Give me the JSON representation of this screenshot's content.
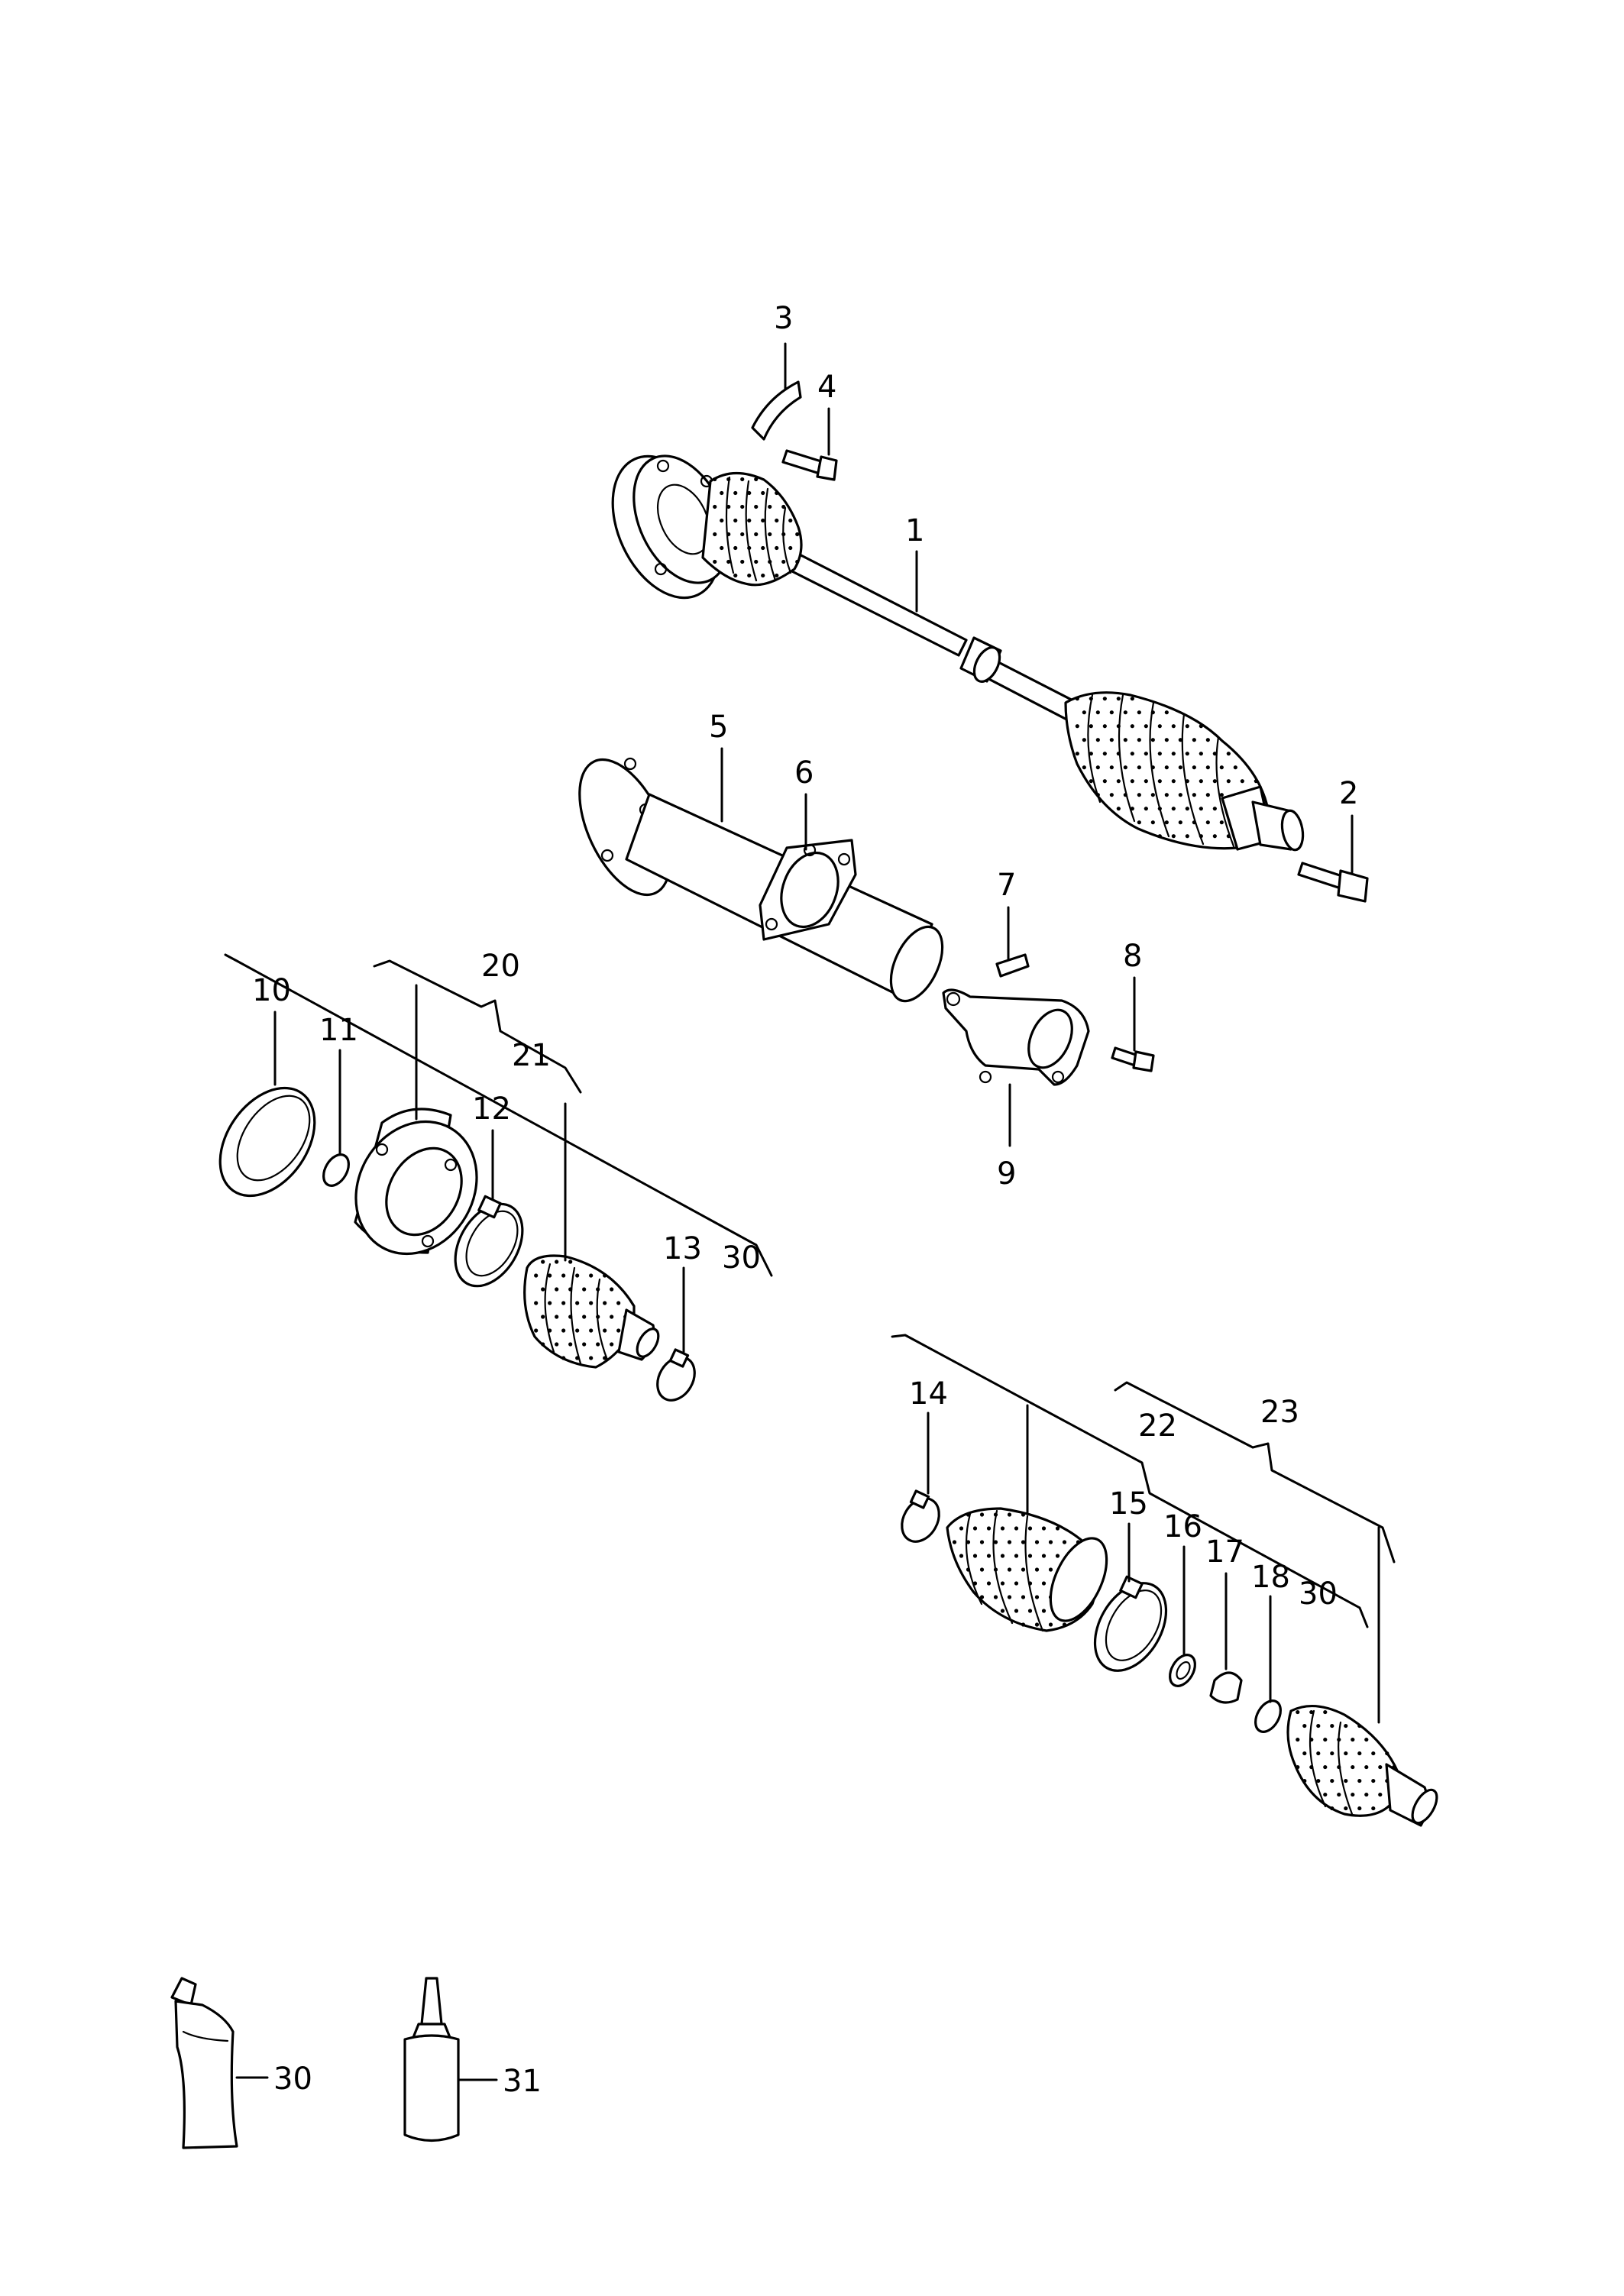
{
  "diagram": {
    "background": "#ffffff",
    "ink": "#000000",
    "labels": [
      {
        "id": "p1",
        "text": "1"
      },
      {
        "id": "p2",
        "text": "2"
      },
      {
        "id": "p3",
        "text": "3"
      },
      {
        "id": "p4",
        "text": "4"
      },
      {
        "id": "p5",
        "text": "5"
      },
      {
        "id": "p6",
        "text": "6"
      },
      {
        "id": "p7",
        "text": "7"
      },
      {
        "id": "p8",
        "text": "8"
      },
      {
        "id": "p9",
        "text": "9"
      },
      {
        "id": "p10",
        "text": "10"
      },
      {
        "id": "p11",
        "text": "11"
      },
      {
        "id": "p12",
        "text": "12"
      },
      {
        "id": "p13",
        "text": "13"
      },
      {
        "id": "p14",
        "text": "14"
      },
      {
        "id": "p15",
        "text": "15"
      },
      {
        "id": "p16",
        "text": "16"
      },
      {
        "id": "p17",
        "text": "17"
      },
      {
        "id": "p18",
        "text": "18"
      },
      {
        "id": "p20",
        "text": "20"
      },
      {
        "id": "p21",
        "text": "21"
      },
      {
        "id": "p22",
        "text": "22"
      },
      {
        "id": "p23",
        "text": "23"
      },
      {
        "id": "p30a",
        "text": "30"
      },
      {
        "id": "p30b",
        "text": "30"
      },
      {
        "id": "p30c",
        "text": "30"
      },
      {
        "id": "p31",
        "text": "31"
      }
    ]
  }
}
